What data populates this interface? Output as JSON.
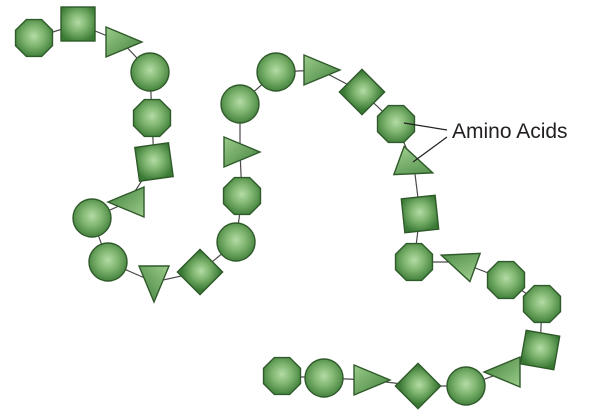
{
  "label": "Amino Acids",
  "colors": {
    "residue_fill_center": "#9fd08f",
    "residue_fill_edge": "#3f7f3a",
    "residue_stroke": "#2f5a2a",
    "bond": "#4a4a4a",
    "text": "#231f20",
    "background": "#ffffff"
  },
  "residue_shapes": [
    "octagon",
    "square",
    "triangle",
    "circle",
    "octagon",
    "square",
    "triangle",
    "circle",
    "circle",
    "triangle",
    "diamond",
    "circle",
    "octagon",
    "triangle",
    "circle",
    "circle",
    "triangle",
    "diamond",
    "octagon",
    "triangle",
    "square",
    "octagon",
    "triangle",
    "octagon",
    "octagon",
    "square",
    "triangle",
    "circle",
    "diamond",
    "triangle",
    "circle",
    "octagon"
  ]
}
